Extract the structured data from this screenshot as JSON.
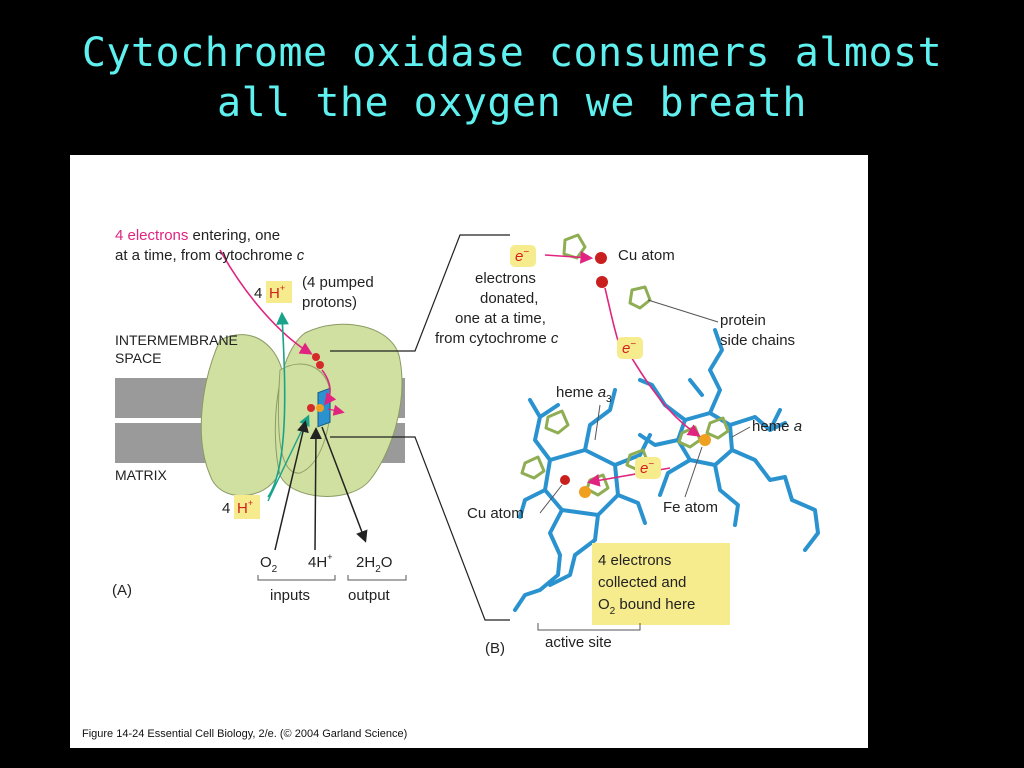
{
  "slide": {
    "title_line1": "Cytochrome oxidase consumers almost",
    "title_line2": "all the oxygen we breath"
  },
  "panel_a": {
    "electrons_highlight": "4 electrons",
    "electrons_rest": " entering, one",
    "electrons_line2_prefix": "at a time, from cytochrome ",
    "cyt_c": "c",
    "pumped_count": "4",
    "pumped_ion": "H",
    "pumped_sup": "+",
    "pumped_line1": "(4 pumped",
    "pumped_line2": "protons)",
    "intermembrane_line1": "INTERMEMBRANE",
    "intermembrane_line2": "SPACE",
    "matrix": "MATRIX",
    "matrix_count": "4",
    "matrix_ion": "H",
    "matrix_sup": "+",
    "o2": "O",
    "o2_sub": "2",
    "h_input": "4H",
    "h_input_sup": "+",
    "water_a": "2H",
    "water_sub": "2",
    "water_b": "O",
    "inputs": "inputs",
    "output": "output",
    "panel_label": "(A)"
  },
  "panel_b": {
    "e_symbol": "e",
    "e_sup": "−",
    "cu_top": "Cu atom",
    "donated_1": "electrons",
    "donated_2": "donated,",
    "donated_3": "one at a time,",
    "donated_4": "from cytochrome ",
    "donated_c": "c",
    "protein_1": "protein",
    "protein_2": "side chains",
    "heme_a3": "heme ",
    "heme_a3_italic": "a",
    "heme_a3_sub": "3",
    "heme_a": "heme ",
    "heme_a_italic": "a",
    "cu_bottom": "Cu atom",
    "fe_atom": "Fe atom",
    "box_1": "4 electrons",
    "box_2": "collected and",
    "box_3a": "O",
    "box_3sub": "2",
    "box_3b": " bound here",
    "active_site": "active site",
    "panel_label": "(B)"
  },
  "caption": "Figure 14-24  Essential Cell Biology, 2/e. (© 2004 Garland Science)",
  "colors": {
    "title": "#5ff0f0",
    "protein": "#cfe0a0",
    "membrane": "#9a9a9a",
    "heme": "#2a93cf",
    "side_chain": "#8fae54",
    "electron_path": "#e0247f",
    "proton_path": "#1aa38a",
    "highlight_box": "#f6ec8e"
  }
}
